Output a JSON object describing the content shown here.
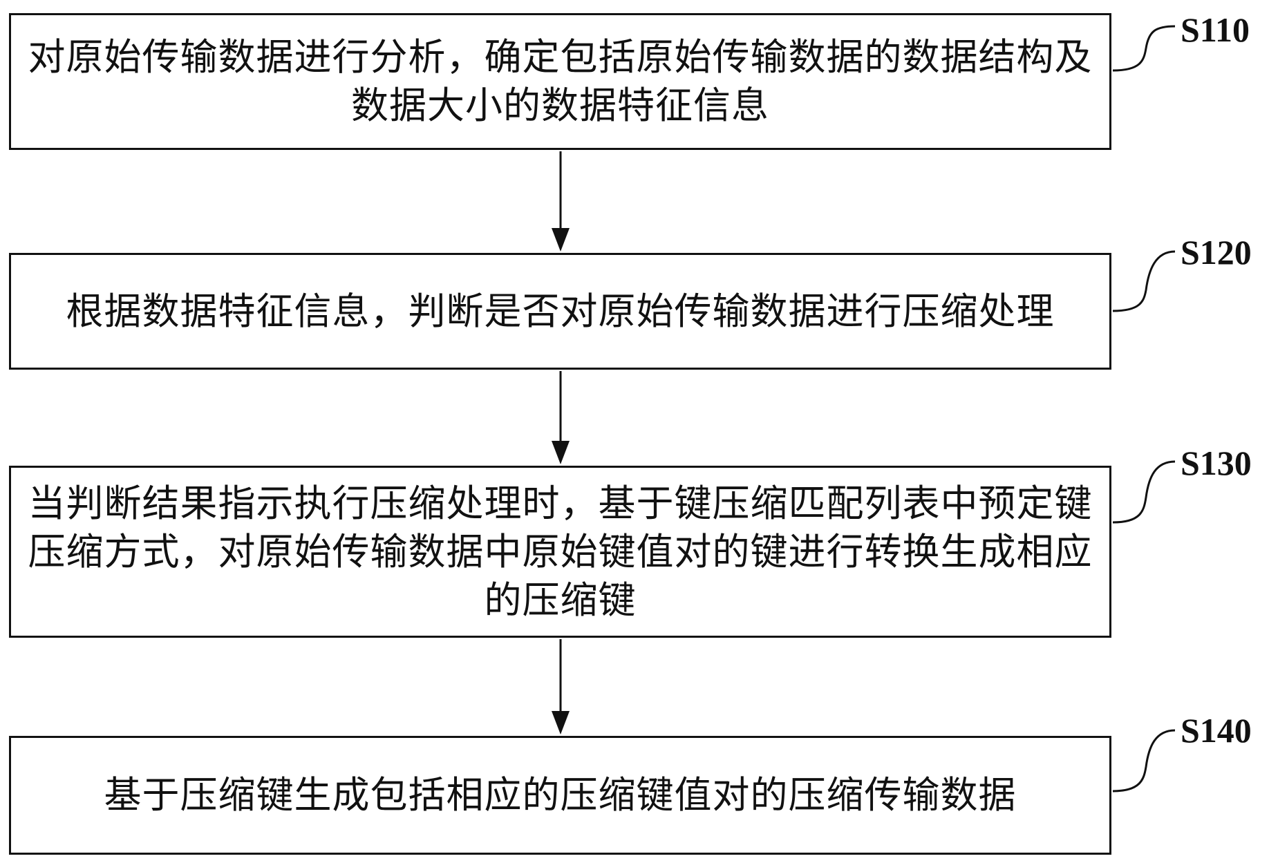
{
  "steps": [
    {
      "id": "S110",
      "text": "对原始传输数据进行分析，确定包括原始传输数据的数据结构及数据大小的数据特征信息"
    },
    {
      "id": "S120",
      "text": "根据数据特征信息，判断是否对原始传输数据进行压缩处理"
    },
    {
      "id": "S130",
      "text": "当判断结果指示执行压缩处理时，基于键压缩匹配列表中预定键压缩方式，对原始传输数据中原始键值对的键进行转换生成相应的压缩键"
    },
    {
      "id": "S140",
      "text": "基于压缩键生成包括相应的压缩键值对的压缩传输数据"
    }
  ],
  "colors": {
    "line": "#111111",
    "background": "#ffffff"
  }
}
